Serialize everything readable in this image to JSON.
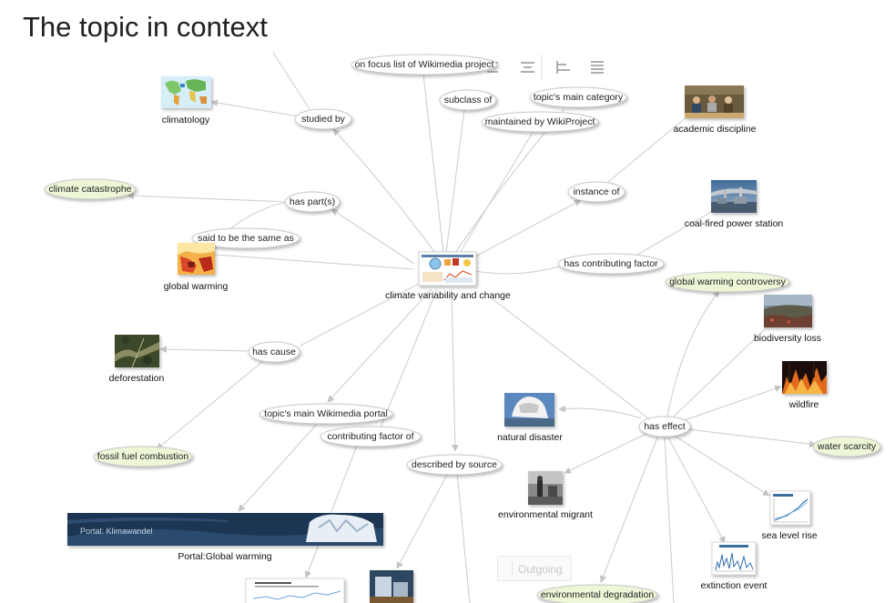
{
  "page": {
    "title": "The topic in context"
  },
  "toolbar": {
    "icons": [
      "align-left-icon",
      "align-center-icon",
      "align-hierarchy-icon",
      "align-justify-icon"
    ]
  },
  "controls": {
    "outgoing_label": "Outgoing"
  },
  "colors": {
    "edge": "#cfcfcf",
    "label_fill": "#ffffff",
    "highlight_fill": "#eef6d8",
    "label_stroke": "#c8c8c8"
  },
  "graph": {
    "center": {
      "label": "climate variability and change"
    },
    "properties": [
      {
        "id": "studied_by",
        "label": "studied by"
      },
      {
        "id": "focus_list",
        "label": "on focus list of Wikimedia project"
      },
      {
        "id": "subclass_of",
        "label": "subclass of"
      },
      {
        "id": "main_category",
        "label": "topic's main category"
      },
      {
        "id": "maintained_by",
        "label": "maintained by WikiProject"
      },
      {
        "id": "instance_of",
        "label": "instance of"
      },
      {
        "id": "has_parts",
        "label": "has part(s)"
      },
      {
        "id": "said_same",
        "label": "said to be the same as"
      },
      {
        "id": "has_contributing_factor",
        "label": "has contributing factor"
      },
      {
        "id": "has_cause",
        "label": "has cause"
      },
      {
        "id": "main_portal",
        "label": "topic's main Wikimedia portal"
      },
      {
        "id": "contributing_factor_of",
        "label": "contributing factor of"
      },
      {
        "id": "described_by",
        "label": "described by source"
      },
      {
        "id": "has_effect",
        "label": "has effect"
      }
    ],
    "entities": [
      {
        "id": "climatology",
        "label": "climatology",
        "icon": "world-climate-map-icon"
      },
      {
        "id": "academic_discipline",
        "label": "academic discipline",
        "icon": "classroom-photo-icon"
      },
      {
        "id": "coal_power",
        "label": "coal-fired power station",
        "icon": "power-station-photo-icon"
      },
      {
        "id": "global_warming",
        "label": "global warming",
        "icon": "warming-map-icon"
      },
      {
        "id": "biodiversity_loss",
        "label": "biodiversity loss",
        "icon": "landscape-photo-icon"
      },
      {
        "id": "wildfire",
        "label": "wildfire",
        "icon": "wildfire-photo-icon"
      },
      {
        "id": "deforestation",
        "label": "deforestation",
        "icon": "aerial-forest-photo-icon"
      },
      {
        "id": "natural_disaster",
        "label": "natural disaster",
        "icon": "eruption-photo-icon"
      },
      {
        "id": "environmental_migrant",
        "label": "environmental migrant",
        "icon": "migrant-photo-icon"
      },
      {
        "id": "sea_level_rise",
        "label": "sea level rise",
        "icon": "sea-level-chart-icon"
      },
      {
        "id": "extinction_event",
        "label": "extinction event",
        "icon": "extinction-chart-icon"
      },
      {
        "id": "portal_global_warming",
        "label": "Portal:Global warming",
        "icon": "portal-banner-icon",
        "banner_text": "Portal: Klimawandel"
      }
    ],
    "highlighted": [
      {
        "id": "climate_catastrophe",
        "label": "climate catastrophe"
      },
      {
        "id": "warming_controversy",
        "label": "global warming controversy"
      },
      {
        "id": "water_scarcity",
        "label": "water scarcity"
      },
      {
        "id": "fossil_fuel",
        "label": "fossil fuel combustion"
      },
      {
        "id": "env_degradation",
        "label": "environmental degradation"
      }
    ]
  }
}
